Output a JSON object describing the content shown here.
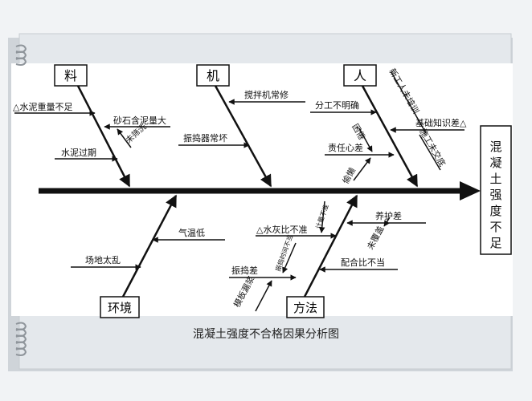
{
  "caption": "混凝土强度不合格因果分析图",
  "effect": [
    "混",
    "凝",
    "土",
    "强",
    "度",
    "不",
    "足"
  ],
  "categories": {
    "material": "料",
    "machine": "机",
    "people": "人",
    "environment": "环境",
    "method": "方法"
  },
  "causes": {
    "material": {
      "cement_weight": "△水泥重量不足",
      "sand_mud": "砂石含泥量大",
      "not_washed": "未筛洗",
      "cement_expired": "水泥过期"
    },
    "machine": {
      "mixer_repair": "搅拌机常修",
      "vibrator_broken": "振捣器常坏"
    },
    "people": {
      "unclear_division": "分工不明确",
      "new_workers_untrained": "新工人未培训",
      "basic_knowledge_poor": "基础知识差△",
      "low_education": "施工未交底",
      "tired": "困倦",
      "responsibility": "责任心差",
      "lazy": "偷懒"
    },
    "environment": {
      "low_temperature": "气温低",
      "site_messy": "场地太乱"
    },
    "method": {
      "water_cement_ratio": "△水灰比不准",
      "metering_inaccurate": "计量不准",
      "curing_poor": "养护差",
      "not_covered": "未覆盖",
      "mix_ratio_improper": "配合比不当",
      "vibrating_poor": "振捣差",
      "vibrating_unequal": "振捣时间不当",
      "formwork_leak": "模板漏浆"
    }
  }
}
